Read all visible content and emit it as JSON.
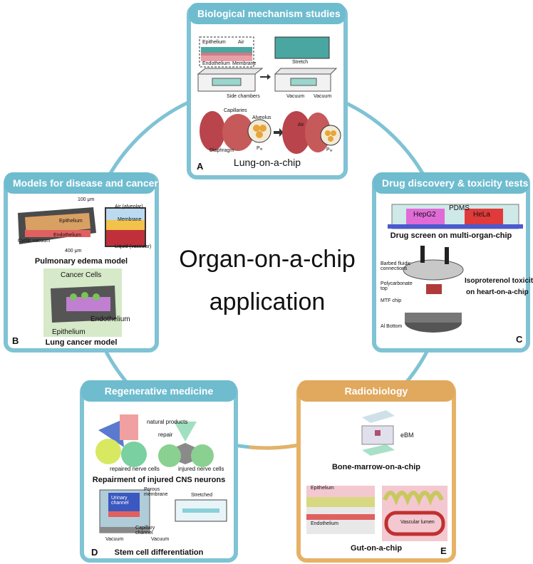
{
  "center": {
    "line1": "Organ-on-a-chip",
    "line2": "application"
  },
  "colors": {
    "blue": "#7fc3d4",
    "orange": "#e5b266"
  },
  "panels": {
    "a": {
      "title": "Biological mechanism studies",
      "letter": "A",
      "caption": "Lung-on-a-chip",
      "labels": {
        "epithelium": "Epithelium",
        "air": "Air",
        "endothelium": "Endothelium",
        "membrane": "Membrane",
        "side_chambers": "Side chambers",
        "stretch": "Stretch",
        "vacuum1": "Vacuum",
        "vacuum2": "Vacuum",
        "capillaries": "Capillaries",
        "alveolus": "Alveolus",
        "diaphragm": "Diaphragm",
        "pip": "Pᵢₚ",
        "air2": "Air",
        "pip2": "Pᵢₚ"
      }
    },
    "b": {
      "title": "Models for disease and cancer",
      "letter": "B",
      "caption1": "Pulmonary edema model",
      "caption2": "Lung cancer model",
      "labels": {
        "um100": "100 μm",
        "um400": "400 μm",
        "air_alveolar": "Air (alveolar)",
        "membrane": "Membrane",
        "epithelium": "Epithelium",
        "endothelium": "Endothelium",
        "cyclic": "Cyclic vacuum",
        "liquid": "Liquid (vascular)",
        "cancer_cells": "Cancer Cells",
        "endothelium2": "Endothelium",
        "epithelium2": "Epithelium"
      }
    },
    "c": {
      "title": "Drug discovery & toxicity tests",
      "letter": "C",
      "caption1": "Drug screen on multi-organ-chip",
      "caption2a": "Isoproterenol toxicity",
      "caption2b": "on heart-on-a-chip",
      "labels": {
        "hepg2": "HepG2",
        "pdms": "PDMS",
        "hela": "HeLa",
        "barbed": "Barbed fluidic connections",
        "polycarbonate": "Polycarbonate top",
        "mtf": "MTF chip",
        "al_bottom": "Al Bottom"
      }
    },
    "d": {
      "title": "Regenerative medicine",
      "letter": "D",
      "caption1": "Repairment of injured CNS neurons",
      "caption2": "Stem cell differentiation",
      "labels": {
        "natural_products": "natural products",
        "repair": "repair",
        "repaired_cells": "repaired nerve cells",
        "injured_cells": "injured nerve cells",
        "porous": "Porous membrane",
        "urinary": "Urinary channel",
        "stretched": "Stretched",
        "capillary": "Capillary channel",
        "vacuum1": "Vacuum",
        "vacuum2": "Vacuum"
      }
    },
    "e": {
      "title": "Radiobiology",
      "letter": "E",
      "caption1": "Bone-marrow-on-a-chip",
      "caption2": "Gut-on-a-chip",
      "labels": {
        "ebm": "eBM",
        "epithelium": "Epithelium",
        "endothelium": "Endothelium",
        "vascular_lumen": "Vascular lumen"
      }
    }
  }
}
